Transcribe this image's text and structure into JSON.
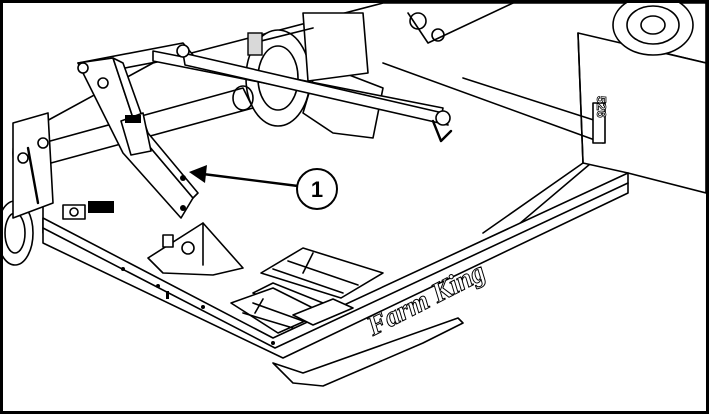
{
  "diagram": {
    "callout": {
      "number": "1"
    },
    "brand_text": "Farm King",
    "model_text": "526",
    "colors": {
      "line": "#000000",
      "background": "#ffffff",
      "shade": "#d9d9d9"
    }
  }
}
